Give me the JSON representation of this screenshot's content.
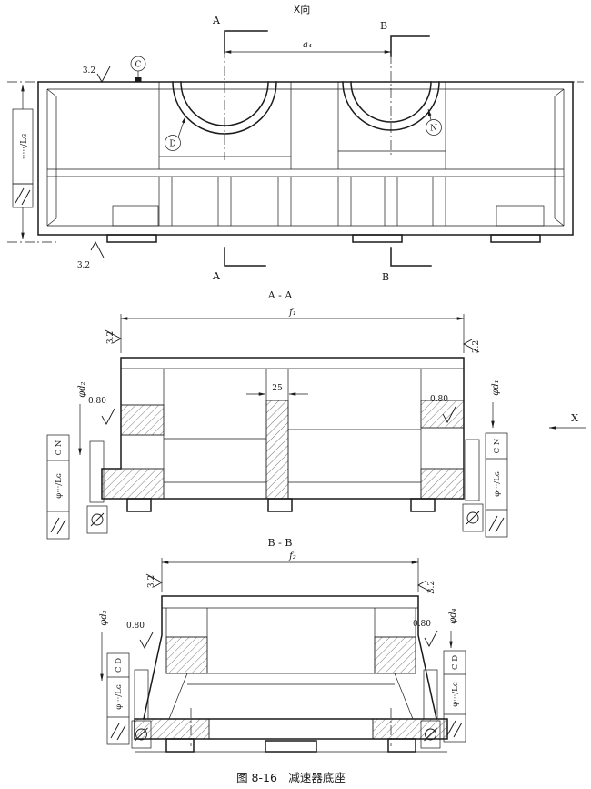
{
  "colors": {
    "ink": "#1a1a1a",
    "paper": "#ffffff"
  },
  "caption": "图 8-16　减速器底座",
  "top_view": {
    "title": "X向",
    "section_label_a": "A",
    "section_label_b": "B",
    "dim_a4": "a₄",
    "roughness_top": "3.2",
    "roughness_bottom": "3.2",
    "datum_c": "C",
    "datum_d": "D",
    "datum_n": "N",
    "fcf": {
      "parallelism_symbol": "∥",
      "value": "·····/Lɢ"
    }
  },
  "section_aa": {
    "title": "A - A",
    "dim_f1": "f₁",
    "dim_rib": "25",
    "roughness_left": "3.2",
    "roughness_right": "3.2",
    "dia_left": "φd₂",
    "dia_right": "φd₁",
    "ra_left": "0.80",
    "ra_right": "0.80",
    "view_direction": "X",
    "fcf_left": {
      "parallelism_symbol": "∥",
      "value": "φ···/Lɢ",
      "datums": "C N",
      "runout_symbol": "⊘"
    },
    "fcf_right": {
      "parallelism_symbol": "∥",
      "value": "φ···/Lɢ",
      "datums": "C N",
      "runout_symbol": "⊘"
    }
  },
  "section_bb": {
    "title": "B - B",
    "dim_f2": "f₂",
    "roughness_left": "3.2",
    "roughness_right": "3.2",
    "dia_left": "φd₃",
    "dia_right": "φd₄",
    "ra_left": "0.80",
    "ra_right": "0.80",
    "fcf_left": {
      "parallelism_symbol": "∥",
      "value": "φ···/Lɢ",
      "datums": "C D",
      "runout_symbol": "⊘"
    },
    "fcf_right": {
      "parallelism_symbol": "∥",
      "value": "φ···/Lɢ",
      "datums": "C D",
      "runout_symbol": "⊘"
    }
  }
}
